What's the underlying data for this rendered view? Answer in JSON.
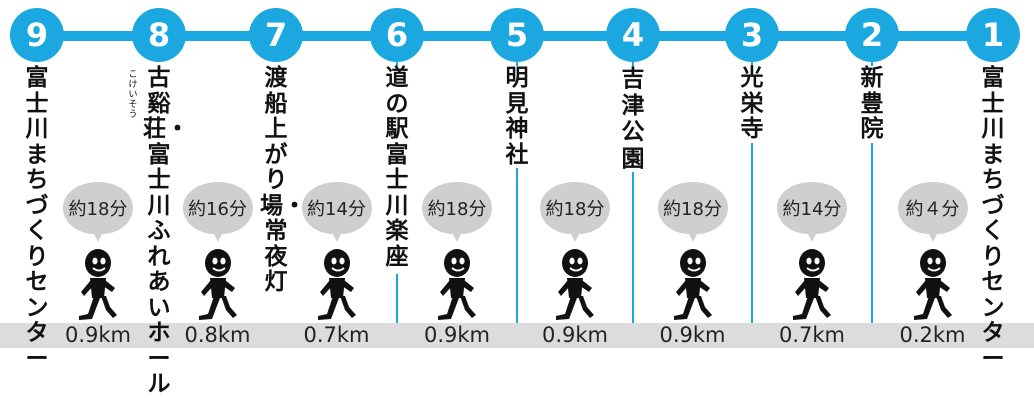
{
  "stations": [
    {
      "number": "9",
      "name": "富士川まちづくりセンター",
      "ruby": ""
    },
    {
      "number": "8",
      "name": "古谿荘・富士川ふれあいホール",
      "ruby": "こけいそう"
    },
    {
      "number": "7",
      "name": "渡船上がり場・常夜灯",
      "ruby": ""
    },
    {
      "number": "6",
      "name": "道の駅　富士川楽座",
      "ruby": ""
    },
    {
      "number": "5",
      "name": "明見神社",
      "ruby": ""
    },
    {
      "number": "4",
      "name": "吉津公園",
      "ruby": ""
    },
    {
      "number": "3",
      "name": "光栄寺",
      "ruby": ""
    },
    {
      "number": "2",
      "name": "新豊院",
      "ruby": ""
    },
    {
      "number": "1",
      "name": "富士川まちづくりセンター",
      "ruby": ""
    }
  ],
  "segments": [
    {
      "time": "約18分",
      "distance": "0.9km"
    },
    {
      "time": "約16分",
      "distance": "0.8km"
    },
    {
      "time": "約14分",
      "distance": "0.7km"
    },
    {
      "time": "約18分",
      "distance": "0.9km"
    },
    {
      "time": "約18分",
      "distance": "0.9km"
    },
    {
      "time": "約18分",
      "distance": "0.9km"
    },
    {
      "time": "約14分",
      "distance": "0.7km"
    },
    {
      "time": "約４分",
      "distance": "0.2km"
    }
  ],
  "colors": {
    "accent": "#1ba8e0",
    "bubble": "#cfcfcf",
    "walker": "#111111",
    "bar": "#dcdcdc"
  },
  "icons": {
    "walker": "walking-person-icon",
    "bubble": "speech-bubble-icon"
  }
}
